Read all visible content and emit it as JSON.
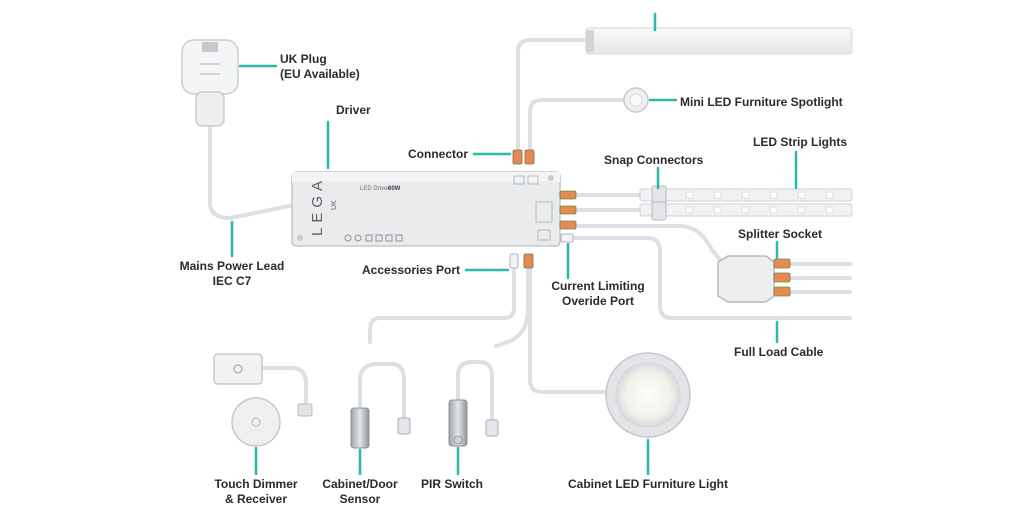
{
  "accent_color": "#2fb7ad",
  "cable_color": "#dcdfe3",
  "labels": {
    "uk_plug": "UK Plug",
    "uk_plug_note": "(EU Available)",
    "driver": "Driver",
    "connector": "Connector",
    "mini_spotlight": "Mini LED Furniture Spotlight",
    "snap_connectors": "Snap Connectors",
    "led_strip_lights": "LED Strip Lights",
    "splitter_socket": "Splitter Socket",
    "mains_lead": "Mains Power Lead",
    "mains_lead_note": "IEC C7",
    "accessories_port": "Accessories Port",
    "current_limiting": "Current Limiting",
    "override_port": "Overide Port",
    "full_load_cable": "Full Load Cable",
    "touch_dimmer": "Touch Dimmer",
    "touch_dimmer_note": "& Receiver",
    "door_sensor": "Cabinet/Door",
    "door_sensor_note": "Sensor",
    "pir_switch": "PIR Switch",
    "cabinet_light": "Cabinet LED Furniture Light"
  },
  "driver_unit": {
    "brand": "LEGA",
    "brand_sub": "UK",
    "model_text": "LED Driver",
    "wattage": "60W"
  }
}
